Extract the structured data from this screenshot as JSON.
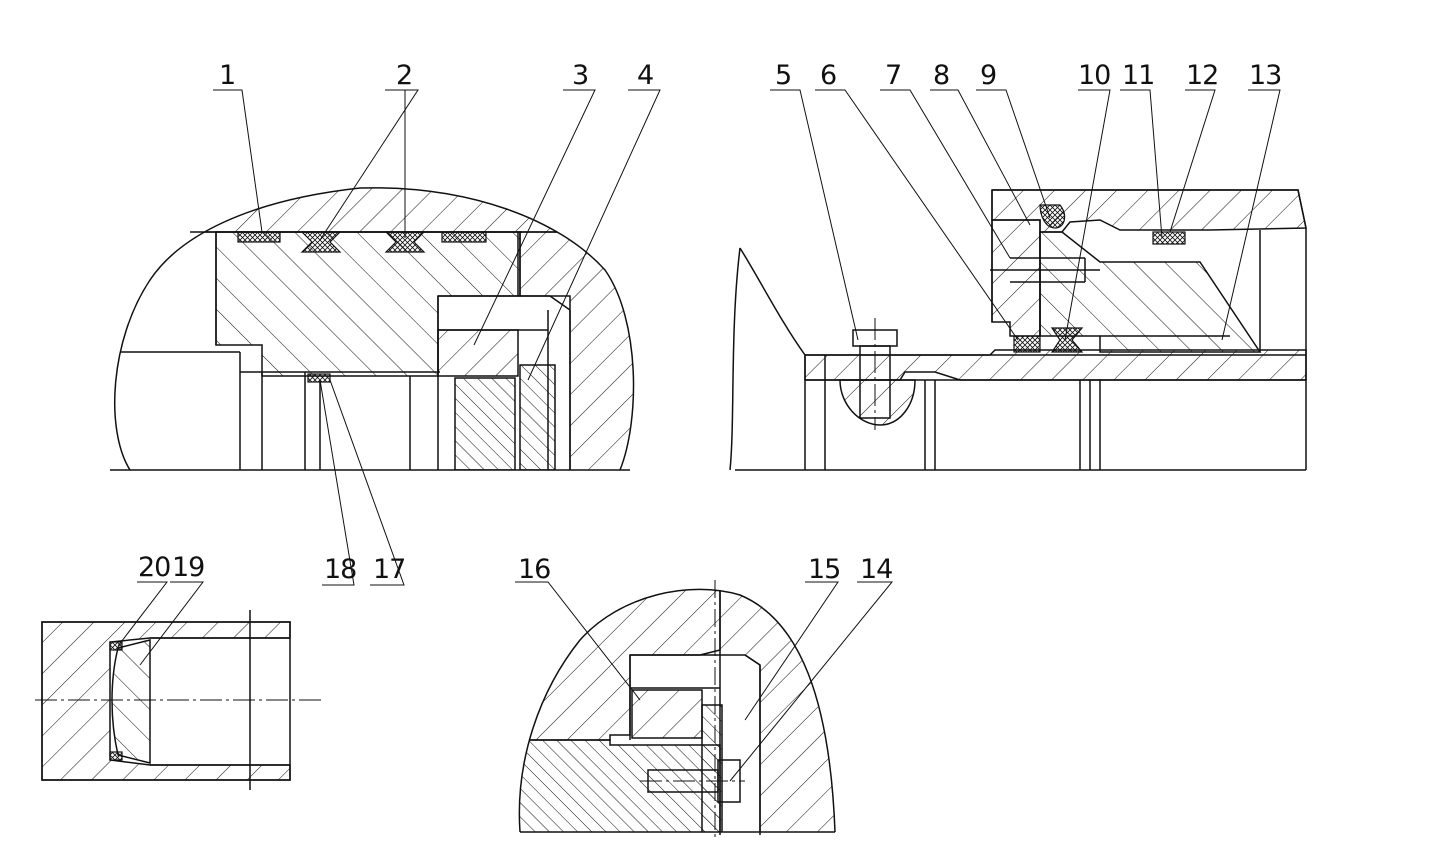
{
  "callouts": [
    {
      "id": "c1",
      "text": "1"
    },
    {
      "id": "c2",
      "text": "2"
    },
    {
      "id": "c3",
      "text": "3"
    },
    {
      "id": "c4",
      "text": "4"
    },
    {
      "id": "c5",
      "text": "5"
    },
    {
      "id": "c6",
      "text": "6"
    },
    {
      "id": "c7",
      "text": "7"
    },
    {
      "id": "c8",
      "text": "8"
    },
    {
      "id": "c9",
      "text": "9"
    },
    {
      "id": "c10",
      "text": "10"
    },
    {
      "id": "c11",
      "text": "11"
    },
    {
      "id": "c12",
      "text": "12"
    },
    {
      "id": "c13",
      "text": "13"
    },
    {
      "id": "c14",
      "text": "14"
    },
    {
      "id": "c15",
      "text": "15"
    },
    {
      "id": "c16",
      "text": "16"
    },
    {
      "id": "c17",
      "text": "17"
    },
    {
      "id": "c18",
      "text": "18"
    },
    {
      "id": "c19",
      "text": "19"
    },
    {
      "id": "c20",
      "text": "20"
    }
  ],
  "colors": {
    "line": "#111111",
    "background": "#ffffff"
  }
}
